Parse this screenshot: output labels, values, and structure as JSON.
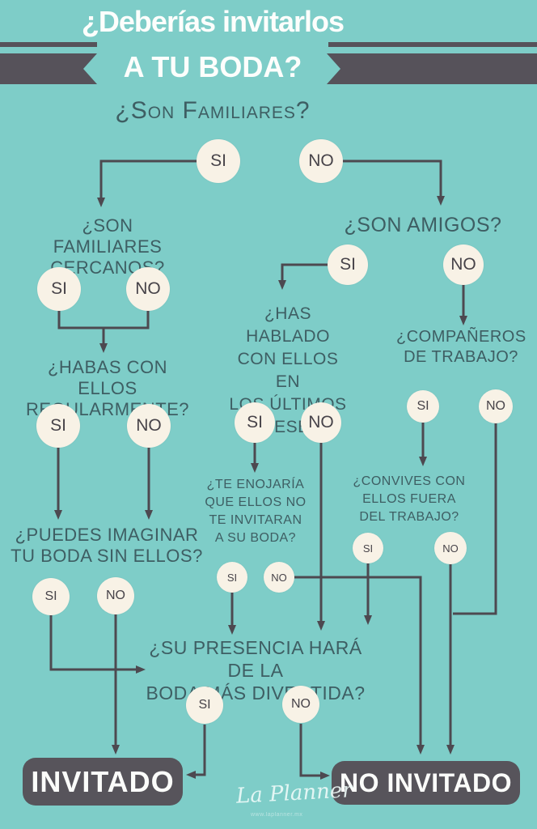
{
  "palette": {
    "background": "#7ECDC8",
    "ribbon_dark": "#56525A",
    "line_color": "#4D4950",
    "question_text": "#3E5E63",
    "circle_fill": "#F8F2E6",
    "outcome_box": "#57545B"
  },
  "header": {
    "title_line1": "¿Deberías invitarlos",
    "title_line2": "A TU BODA?"
  },
  "labels": {
    "si": "SI",
    "no": "NO"
  },
  "questions": {
    "son_familiares": "¿Son Familiares?",
    "cercanos": "¿SON FAMILIARES\nCERCANOS?",
    "hablas_regularmente": "¿HABAS CON ELLOS\nREGULARMENTE?",
    "imaginar_boda": "¿PUEDES IMAGINAR\nTU BODA SIN ELLOS?",
    "son_amigos": "¿SON AMIGOS?",
    "hablado_6_meses": "¿HAS HABLADO\nCON ELLOS EN\nLOS ÚLTIMOS\n6 MESES?",
    "companeros_trabajo": "¿COMPAÑEROS\nDE TRABAJO?",
    "te_enojaria": "¿TE ENOJARÍA\nQUE ELLOS NO\nTE INVITARAN\nA SU BODA?",
    "convives_fuera": "¿CONVIVES CON\nELLOS FUERA\nDEL TRABAJO?",
    "presencia_divertida": "¿SU PRESENCIA HARÁ DE LA\nBODA MÁS DIVERTIDA?"
  },
  "outcomes": {
    "invited": "INVITADO",
    "not_invited": "NO INVITADO"
  },
  "footer": {
    "logo": "La Planner",
    "url": "www.laplanner.mx"
  }
}
